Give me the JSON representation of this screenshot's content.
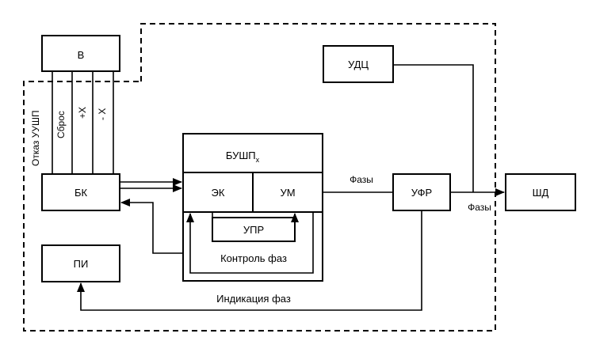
{
  "blocks": {
    "v": "В",
    "udc": "УДЦ",
    "bushp": "БУШП",
    "bushp_sub": "х",
    "bk": "БК",
    "ek": "ЭК",
    "um": "УМ",
    "ufr": "УФР",
    "shd": "ШД",
    "upr": "УПР",
    "pi": "ПИ"
  },
  "labels": {
    "failure": "Отказ УУШП",
    "reset": "Сброс",
    "plus_x": "+Х",
    "minus_x": "- Х",
    "phases_top": "Фазы",
    "phases_right": "Фазы",
    "phase_control": "Контроль фаз",
    "phase_indication": "Индикация фаз"
  }
}
